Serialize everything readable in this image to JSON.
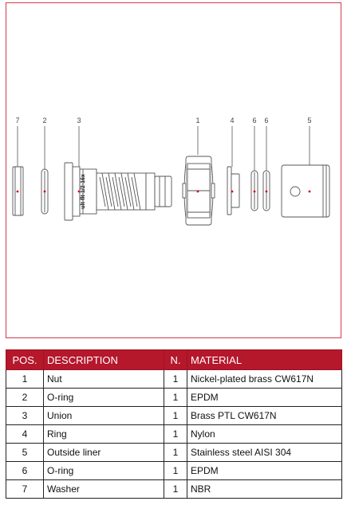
{
  "diagram": {
    "callouts": [
      "7",
      "2",
      "3",
      "1",
      "4",
      "6",
      "6",
      "5"
    ],
    "union_marking": "ult-flt-1/2-16x"
  },
  "table": {
    "headers": {
      "pos": "POS.",
      "description": "DESCRIPTION",
      "n": "N.",
      "material": "MATERIAL"
    },
    "rows": [
      {
        "pos": "1",
        "description": "Nut",
        "n": "1",
        "material": "Nickel-plated brass CW617N"
      },
      {
        "pos": "2",
        "description": "O-ring",
        "n": "1",
        "material": "EPDM"
      },
      {
        "pos": "3",
        "description": "Union",
        "n": "1",
        "material": "Brass PTL CW617N"
      },
      {
        "pos": "4",
        "description": "Ring",
        "n": "1",
        "material": "Nylon"
      },
      {
        "pos": "5",
        "description": "Outside liner",
        "n": "1",
        "material": "Stainless steel AISI 304"
      },
      {
        "pos": "6",
        "description": "O-ring",
        "n": "1",
        "material": "EPDM"
      },
      {
        "pos": "7",
        "description": "Washer",
        "n": "1",
        "material": "NBR"
      }
    ]
  },
  "colors": {
    "accent": "#b5172b",
    "frame": "#d23a4a",
    "marker": "#d0021b"
  }
}
